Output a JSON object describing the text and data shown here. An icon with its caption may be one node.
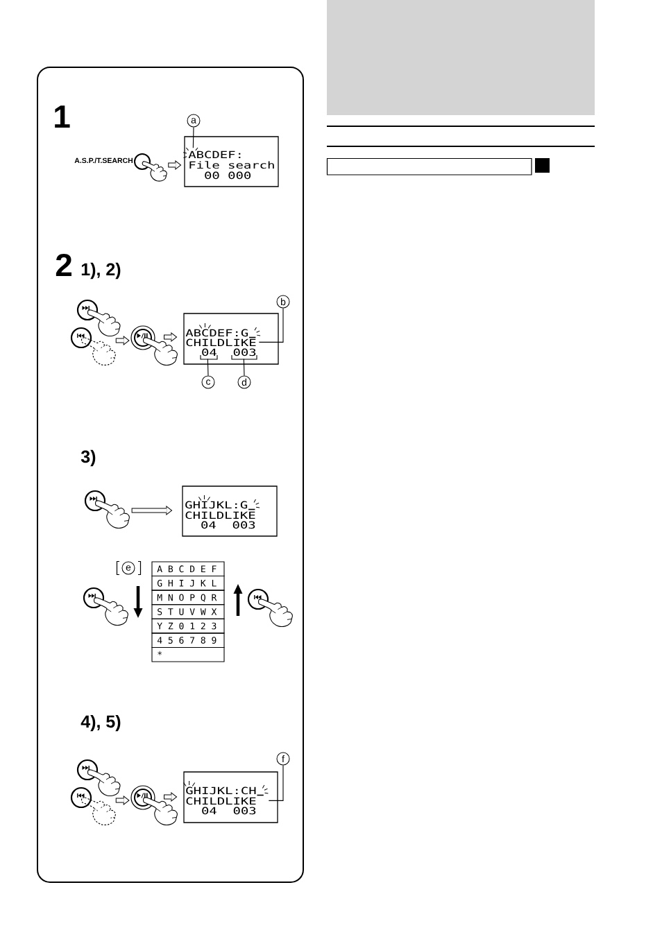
{
  "diagram": {
    "nodes": [
      {
        "text": [],
        "shape": "picture",
        "beside": [
          "A.S.P./T.SEARCH"
        ]
      },
      {
        "text": [
          "ABCDEF:",
          "File search",
          "00",
          "000"
        ]
      },
      {
        "text": [
          "a"
        ]
      },
      {
        "text": [],
        "shape": "picture"
      },
      {
        "text": [],
        "shape": "picture"
      },
      {
        "text": [],
        "shape": "picture"
      },
      {
        "text": [
          "ABCDEF:G",
          "CHILDLIKE",
          "04",
          "003"
        ]
      },
      {
        "text": [
          "b"
        ]
      },
      {
        "text": [
          "c"
        ]
      },
      {
        "text": [
          "d"
        ]
      },
      {
        "text": [],
        "shape": "picture"
      },
      {
        "text": [
          "GHIJKL:G",
          "CHILDLIKE",
          "04",
          "003"
        ]
      },
      {
        "text": [
          "e"
        ]
      },
      {
        "text": [],
        "shape": "picture"
      },
      {
        "text": [],
        "shape": "picture"
      },
      {
        "text": [],
        "shape": "picture"
      },
      {
        "text": [],
        "shape": "picture"
      },
      {
        "text": [],
        "shape": "picture"
      },
      {
        "text": [
          "GHIJKL:CH",
          "CHILDLIKE",
          "04",
          "003"
        ]
      },
      {
        "text": [
          "f"
        ]
      }
    ],
    "edges": [
      {
        "from": 0,
        "to": 1,
        "arrow": "to"
      },
      {
        "from": 2,
        "to": 1,
        "arrow": "none"
      },
      {
        "from": 3,
        "to": 5,
        "arrow": "to"
      },
      {
        "from": 4,
        "to": 5,
        "arrow": "to"
      },
      {
        "from": 5,
        "to": 6,
        "arrow": "to"
      },
      {
        "from": 7,
        "to": 6,
        "arrow": "none"
      },
      {
        "from": 8,
        "to": 6,
        "arrow": "none"
      },
      {
        "from": 9,
        "to": 6,
        "arrow": "none"
      },
      {
        "from": 10,
        "to": 11,
        "arrow": "to"
      },
      {
        "from": 15,
        "to": 17,
        "arrow": "to"
      },
      {
        "from": 16,
        "to": 17,
        "arrow": "to"
      },
      {
        "from": 17,
        "to": 18,
        "arrow": "to"
      },
      {
        "from": 19,
        "to": 18,
        "arrow": "none"
      }
    ],
    "labels": [
      "1",
      "2",
      "1), 2)",
      "3)",
      "A B C D E F",
      "G H I J K L",
      "M N O P Q R",
      "S T U V W X",
      "Y Z 0 1 2 3",
      "4 5 6 7 8 9",
      "*",
      "4), 5)"
    ]
  }
}
